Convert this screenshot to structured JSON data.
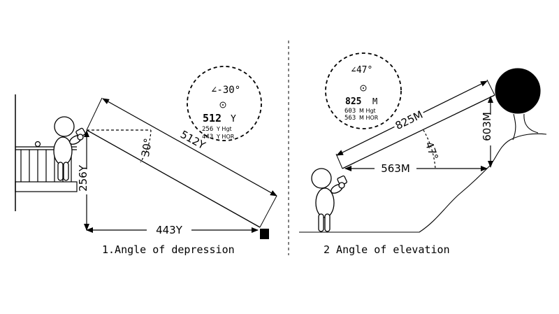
{
  "panel1": {
    "caption": "1.Angle of depression",
    "slope": "512Y",
    "height": "256Y",
    "horizontal": "443Y",
    "angle": "30°",
    "display": {
      "angle": "∠-30°",
      "distance": "512",
      "distance_unit": "Y",
      "height": "256",
      "height_label": "Y Hgt",
      "horizontal": "443",
      "horizontal_label": "Y HOR"
    }
  },
  "panel2": {
    "caption": "2 Angle of elevation",
    "slope": "825M",
    "height": "603M",
    "horizontal": "563M",
    "angle": "47°",
    "display": {
      "angle": "∠47°",
      "distance": "825",
      "distance_unit": "M",
      "height": "603",
      "height_label": "M Hgt",
      "horizontal": "563",
      "horizontal_label": "M HOR"
    }
  }
}
